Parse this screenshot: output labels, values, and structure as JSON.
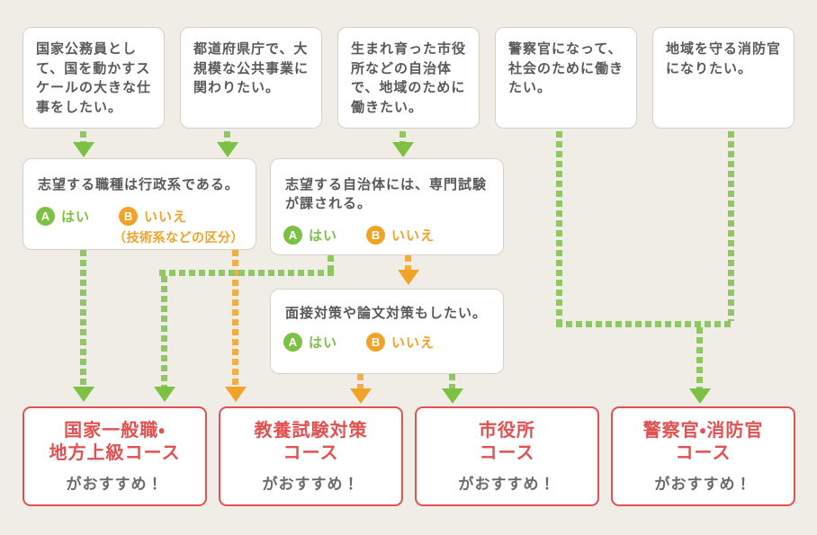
{
  "palette": {
    "background": "#efede6",
    "box_border": "#d8d1c3",
    "box_bg": "#ffffff",
    "text": "#595959",
    "green": "#7cc143",
    "green_dash": "#8fc863",
    "orange": "#f0a326",
    "orange_dash": "#f2ae45",
    "red": "#e25151",
    "gray_text": "#6b6b6b"
  },
  "start_boxes": [
    {
      "text": "国家公務員とし\nて、国を動かすス\nケールの大きな仕\n事をしたい。"
    },
    {
      "text": "都道府県庁で、大\n規模な公共事業に\n関わりたい。"
    },
    {
      "text": "生まれ育った市役\n所などの自治体\nで、地域のために\n働きたい。"
    },
    {
      "text": "警察官になって、\n社会のために働き\nたい。"
    },
    {
      "text": "地域を守る消防官\nになりたい。"
    }
  ],
  "questions": [
    {
      "text": "志望する職種は行政系である。",
      "option_a": {
        "badge": "A",
        "label": "はい"
      },
      "option_b": {
        "badge": "B",
        "label": "いいえ",
        "note": "（技術系などの区分）"
      }
    },
    {
      "text": "志望する自治体には、専門試験\nが課される。",
      "option_a": {
        "badge": "A",
        "label": "はい"
      },
      "option_b": {
        "badge": "B",
        "label": "いいえ"
      }
    },
    {
      "text": "面接対策や論文対策もしたい。",
      "option_a": {
        "badge": "A",
        "label": "はい"
      },
      "option_b": {
        "badge": "B",
        "label": "いいえ"
      }
    }
  ],
  "results": [
    {
      "title": "国家一般職・\n地方上級コース",
      "note": "がおすすめ！"
    },
    {
      "title": "教養試験対策\nコース",
      "note": "がおすすめ！"
    },
    {
      "title": "市役所\nコース",
      "note": "がおすすめ！"
    },
    {
      "title": "警察官・消防官\nコース",
      "note": "がおすすめ！"
    }
  ]
}
